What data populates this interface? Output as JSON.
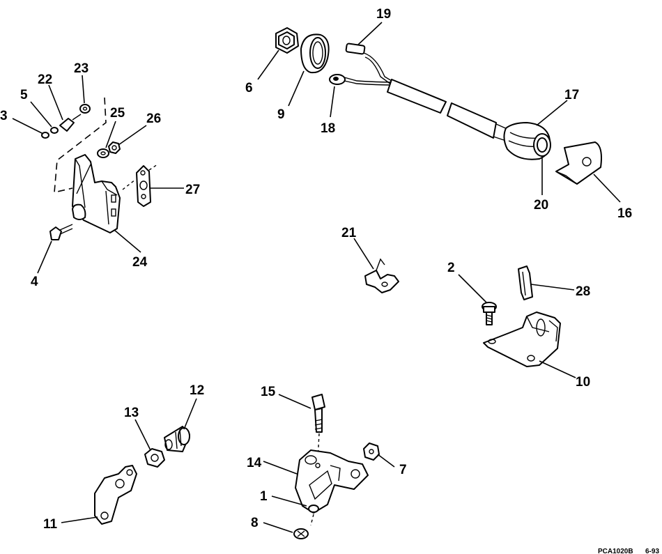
{
  "labels": [
    "1",
    "2",
    "3",
    "4",
    "5",
    "6",
    "7",
    "8",
    "9",
    "10",
    "11",
    "12",
    "13",
    "14",
    "15",
    "16",
    "17",
    "18",
    "19",
    "20",
    "21",
    "22",
    "23",
    "24",
    "25",
    "26",
    "27",
    "28"
  ],
  "drawing_code": "PCA1020B",
  "drawing_date": "6-93"
}
